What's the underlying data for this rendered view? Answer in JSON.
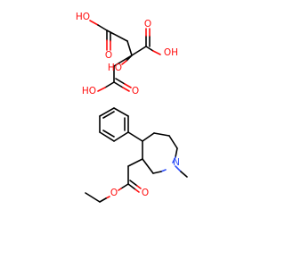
{
  "atoms": {
    "ho_top": "HO",
    "o_top": "O",
    "o_right": "O",
    "oh_right": "OH",
    "ho_mid": "HO",
    "ho_left": "HO",
    "o_left": "O",
    "n_ring": "N",
    "o_ester_carbonyl": "O",
    "o_ester": "O"
  },
  "colors": {
    "bond": "#000000",
    "oxygen": "#ff0d0d",
    "nitrogen": "#3050f8",
    "background": "#ffffff"
  }
}
